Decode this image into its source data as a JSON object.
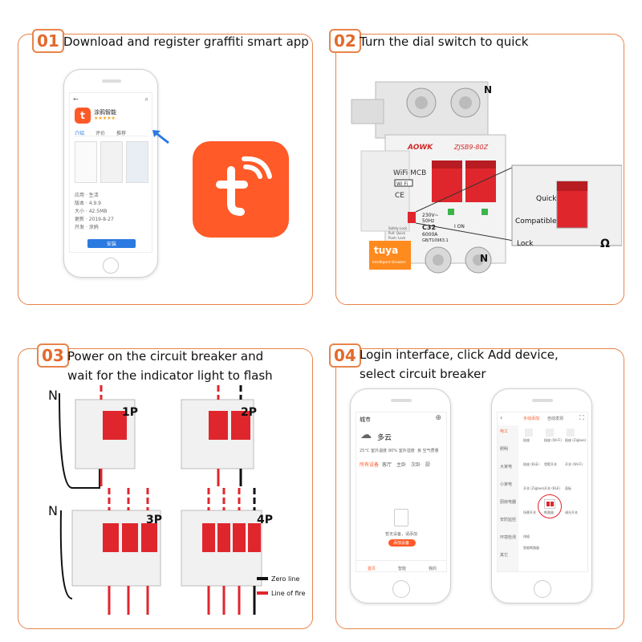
{
  "steps": [
    {
      "number": "01",
      "lines": [
        "Download and register graffiti smart app"
      ]
    },
    {
      "number": "02",
      "lines": [
        "Turn the dial switch to quick"
      ]
    },
    {
      "number": "03",
      "lines": [
        "Power on the circuit breaker and",
        "wait for the indicator light to flash"
      ]
    },
    {
      "number": "04",
      "lines": [
        "Login interface, click Add device,",
        "select circuit breaker"
      ]
    }
  ],
  "app_store": {
    "app_name": "涂鸦智能",
    "tabs": [
      "介绍",
      "评价",
      "推荐"
    ],
    "install_label": "安装",
    "info_rows": [
      "应用 · 生活",
      "版本 · 4.9.9",
      "大小 · 42.5MB",
      "更新 · 2019-8-27",
      "开发 · 涂鸦"
    ]
  },
  "breaker": {
    "brand": "AOWK",
    "model": "ZJSB9-80Z",
    "wifi_label": "WiFi MCB",
    "wifi_badge": "Wi Fi",
    "ce_mark": "CE",
    "tuya_badge": "tuya",
    "tuya_sub": "Intelligent Breaker",
    "rating_lines": [
      "230V~",
      "50Hz",
      "C32",
      "6000A",
      "GB/T10963.1"
    ],
    "on_label": "I ON",
    "n_label": "N",
    "callout_quick": "Quick",
    "callout_compatible": "Compatible",
    "callout_lock": "Lock",
    "side_text": [
      "Safety Lock",
      "Pull: Quick",
      "Push: Lock"
    ]
  },
  "poles": {
    "labels": [
      "1P",
      "2P",
      "3P",
      "4P"
    ],
    "n_label": "N",
    "legend": [
      {
        "label": "Zero line",
        "color": "#111111"
      },
      {
        "label": "Line of fire",
        "color": "#e0262d"
      }
    ]
  },
  "home_app": {
    "home_title": "城市",
    "weather": "多云",
    "weather_stats": [
      "25°C 室外温度",
      "80% 室外湿度",
      "良 空气质量"
    ],
    "room_tabs": [
      "所有设备",
      "客厅",
      "主卧",
      "次卧",
      "厨"
    ],
    "empty_text": "暂无设备，请添加",
    "add_button": "添加设备",
    "nav": [
      "首页",
      "智能",
      "我的"
    ]
  },
  "add_app": {
    "tab_manual": "手动添加",
    "tab_auto": "自动发现",
    "categories": [
      "电工",
      "照明",
      "大家电",
      "小家电",
      "厨房电器",
      "安防监控",
      "环境检测",
      "其它"
    ],
    "devices": [
      "插座",
      "插座 (Wi-Fi)",
      "插座 (Zigbee)",
      "插座 (BLE)",
      "墙壁开关",
      "开关 (Wi-Fi)",
      "开关 (Zigbee)",
      "开关 (BLE)",
      "面板",
      "场景开关",
      "断路器",
      "调光开关",
      "排插",
      "智能断路器"
    ]
  },
  "colors": {
    "accent": "#e8844a",
    "tuya_orange": "#ff5a28",
    "fire": "#e0262d",
    "zero": "#111111"
  }
}
